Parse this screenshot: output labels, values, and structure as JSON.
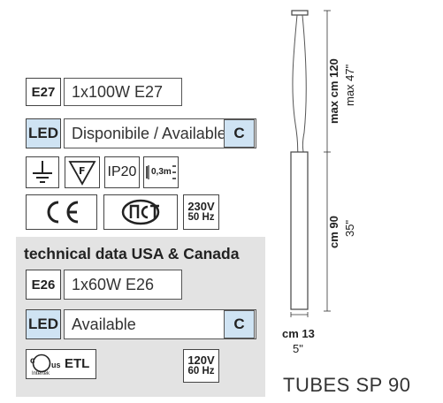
{
  "main_spec": {
    "socket_tag": "E27",
    "socket_value": "1x100W E27",
    "led_tag": "LED",
    "led_value": "Disponibile / Available",
    "led_badge": "C"
  },
  "icons": {
    "ip_rating": "IP20",
    "distance": "0,3m",
    "voltage_line1": "230V",
    "voltage_line2": "50 Hz"
  },
  "usa_canada": {
    "title": "technical data USA & Canada",
    "socket_tag": "E26",
    "socket_value": "1x60W E26",
    "led_tag": "LED",
    "led_value": "Available",
    "led_badge": "C",
    "etl_label": "ETL",
    "etl_us": "us",
    "etl_c": "c",
    "etl_intertek": "Intertek",
    "voltage_line1": "120V",
    "voltage_line2": "60 Hz"
  },
  "dimensions": {
    "cable_cm": "max cm 120",
    "cable_in": "max 47\"",
    "height_cm": "cm 90",
    "height_in": "35\"",
    "width_cm": "cm 13",
    "width_in": "5\""
  },
  "product_name": "TUBES SP 90"
}
